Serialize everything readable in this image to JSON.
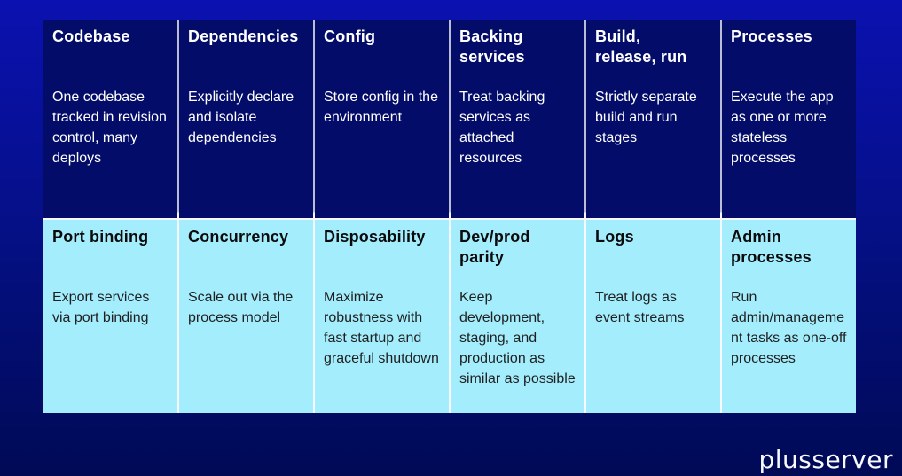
{
  "factors": [
    {
      "title": "Codebase",
      "description": "One codebase tracked in revision control, many deploys"
    },
    {
      "title": "Dependencies",
      "description": "Explicitly declare and isolate dependencies"
    },
    {
      "title": "Config",
      "description": "Store config in the environment"
    },
    {
      "title": "Backing services",
      "description": "Treat backing services as attached resources"
    },
    {
      "title": "Build, release, run",
      "description": "Strictly separate build and run stages"
    },
    {
      "title": "Processes",
      "description": "Execute the app as one or more stateless processes"
    },
    {
      "title": "Port binding",
      "description": "Export services via port binding"
    },
    {
      "title": "Concurrency",
      "description": "Scale out via the process model"
    },
    {
      "title": "Disposability",
      "description": "Maximize robustness with fast startup and graceful shutdown"
    },
    {
      "title": "Dev/prod parity",
      "description": "Keep development, staging, and production as similar as possible"
    },
    {
      "title": "Logs",
      "description": "Treat logs as event streams"
    },
    {
      "title": "Admin processes",
      "description": "Run admin/management tasks as one-off processes"
    }
  ],
  "logo": {
    "text": "plusserver"
  },
  "colors": {
    "background_top": "#0a11b0",
    "background_bottom": "#000a55",
    "dark_cell": "#030c68",
    "light_cell": "#a3edfd",
    "grid_line_light": "#f6f8fb",
    "grid_line_dim": "#b9bed6",
    "dark_cell_text": "#ffffff",
    "light_cell_text": "#1f1f1f"
  }
}
